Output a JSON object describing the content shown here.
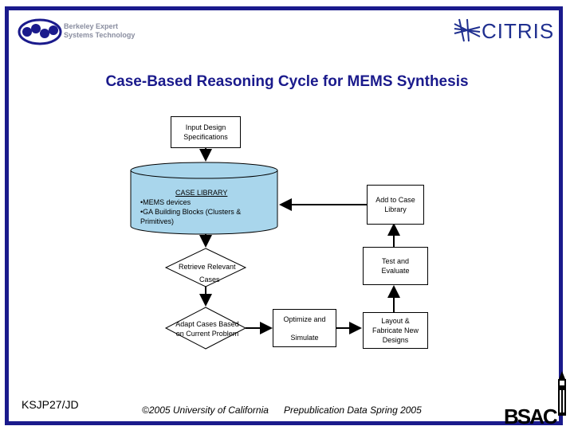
{
  "header": {
    "left_logo_line1": "Berkeley Expert",
    "left_logo_line2": "Systems Technology",
    "right_logo": "CITRIS",
    "title": "Case-Based Reasoning Cycle for MEMS Synthesis"
  },
  "diagram": {
    "input": [
      "Input Design",
      "Specifications"
    ],
    "library_title": "CASE LIBRARY",
    "library_items": [
      "•MEMS devices",
      "•GA Building Blocks (Clusters &",
      "Primitives)"
    ],
    "retrieve": [
      "Retrieve Relevant",
      "Cases"
    ],
    "adapt": [
      "Adapt Cases Based",
      "on Current Problem"
    ],
    "optimize": [
      "Optimize and",
      "Simulate"
    ],
    "layout": [
      "Layout &",
      "Fabricate New",
      "Designs"
    ],
    "test": [
      "Test and",
      "Evaluate"
    ],
    "add": [
      "Add to Case",
      "Library"
    ]
  },
  "footer": {
    "initials": "KSJP27/JD",
    "copyright": "©2005 University of California",
    "prepub": "Prepublication Data Spring 2005",
    "bsac": "BSAC"
  },
  "colors": {
    "frame": "#1a1a8c",
    "title": "#1a1a8c",
    "cylinder": "#a9d6ec"
  }
}
